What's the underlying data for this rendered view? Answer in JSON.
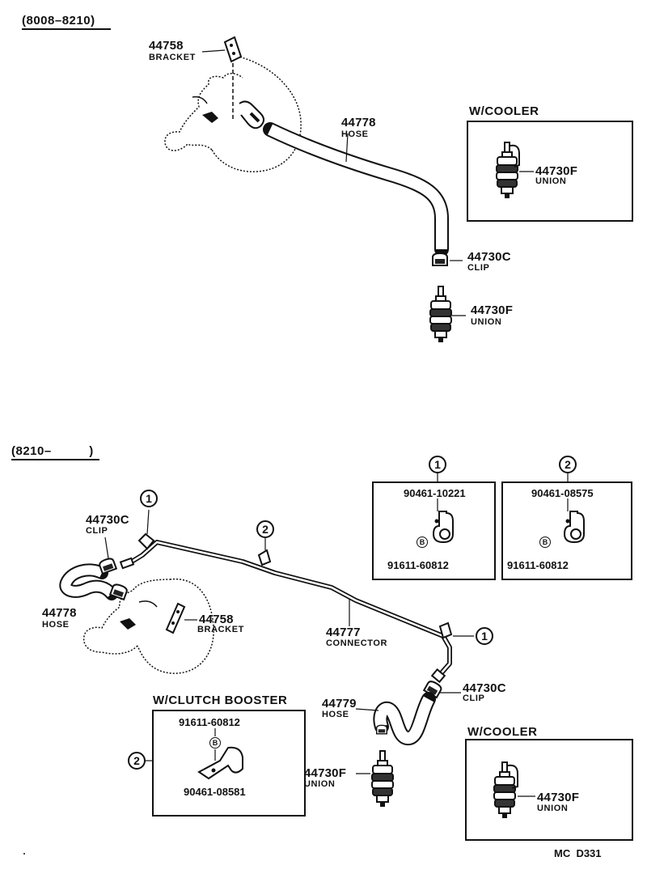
{
  "sections": {
    "top": {
      "range": "(8008–8210)"
    },
    "bottom": {
      "range": "(8210–   )"
    }
  },
  "top": {
    "bracket": {
      "part": "44758",
      "name": "BRACKET"
    },
    "hose": {
      "part": "44778",
      "name": "HOSE"
    },
    "clip": {
      "part": "44730C",
      "name": "CLIP"
    },
    "union": {
      "part": "44730F",
      "name": "UNION"
    },
    "cooler_box": {
      "title": "W/COOLER",
      "part": "44730F",
      "name": "UNION"
    }
  },
  "bottom": {
    "clip_left": {
      "part": "44730C",
      "name": "CLIP"
    },
    "hose_left": {
      "part": "44778",
      "name": "HOSE"
    },
    "bracket": {
      "part": "44758",
      "name": "BRACKET"
    },
    "connector": {
      "part": "44777",
      "name": "CONNECTOR"
    },
    "hose_right": {
      "part": "44779",
      "name": "HOSE"
    },
    "clip_right": {
      "part": "44730C",
      "name": "CLIP"
    },
    "union": {
      "part": "44730F",
      "name": "UNION"
    },
    "callout_1": "1",
    "callout_2": "2",
    "detail_1": {
      "number": "1",
      "clamp": "90461-10221",
      "bolt_mark": "B",
      "bolt": "91611-60812"
    },
    "detail_2": {
      "number": "2",
      "clamp": "90461-08575",
      "bolt_mark": "B",
      "bolt": "91611-60812"
    },
    "clutch_box": {
      "title": "W/CLUTCH  BOOSTER",
      "number": "2",
      "bolt": "91611-60812",
      "bolt_mark": "B",
      "clamp": "90461-08581"
    },
    "cooler_box": {
      "title": "W/COOLER",
      "part": "44730F",
      "name": "UNION"
    }
  },
  "footer": {
    "code": "MC  D331"
  }
}
